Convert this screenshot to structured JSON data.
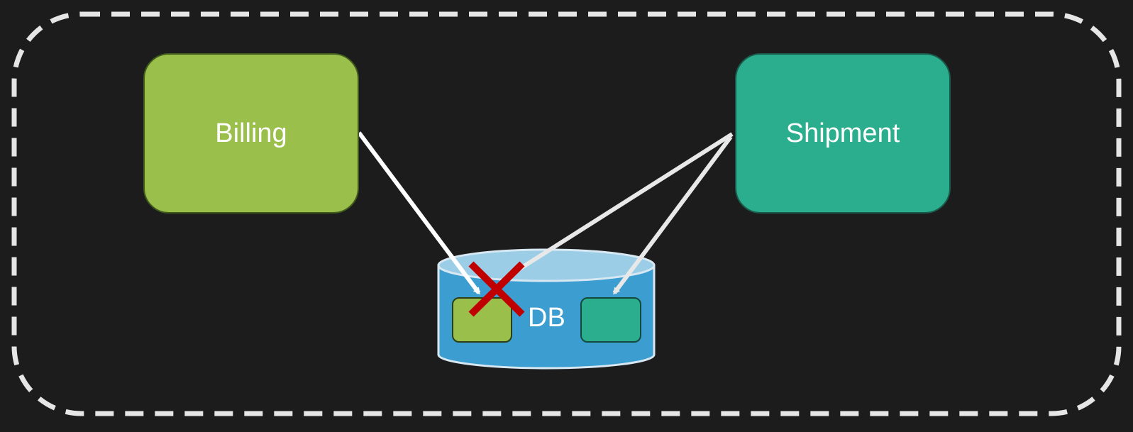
{
  "services": {
    "billing": {
      "label": "Billing",
      "color": "#9abf4a"
    },
    "shipment": {
      "label": "Shipment",
      "color": "#2aae8d"
    }
  },
  "database": {
    "label": "DB",
    "color": "#3c9dd0",
    "tables": [
      {
        "owner": "Billing",
        "color": "#9abf4a"
      },
      {
        "owner": "Shipment",
        "color": "#2aae8d"
      }
    ]
  },
  "connections": [
    {
      "from": "Billing",
      "to": "Billing table"
    },
    {
      "from": "Shipment",
      "to": "Billing table",
      "blocked": true
    },
    {
      "from": "Shipment",
      "to": "Shipment table"
    }
  ],
  "colors": {
    "background": "#1c1c1c",
    "boundary": "#e6e6e6",
    "arrow": "#ffffff",
    "blocked_mark": "#c00000"
  }
}
